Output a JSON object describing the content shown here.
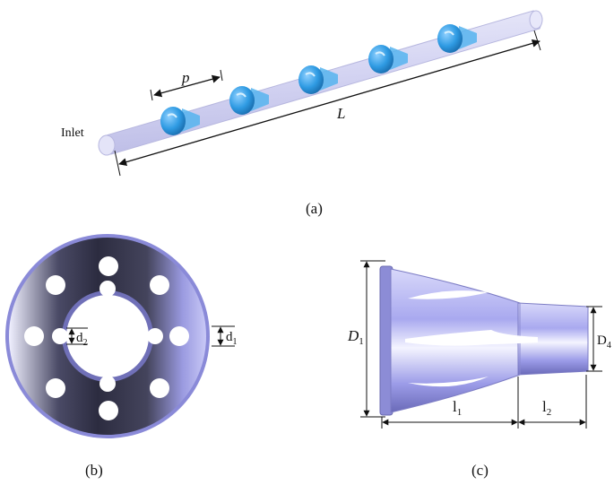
{
  "figure": {
    "a": {
      "caption": "(a)",
      "inlet_label": "Inlet",
      "pitch_label": "p",
      "length_label": "L",
      "insert_count": 5
    },
    "b": {
      "caption": "(b)",
      "d2_label": "d",
      "d2_sub": "2",
      "d1_label": "d",
      "d1_sub": "1"
    },
    "c": {
      "caption": "(c)",
      "D1_label": "D",
      "D1_sub": "1",
      "D4_label": "D",
      "D4_sub": "4",
      "l1_label": "l",
      "l1_sub": "1",
      "l2_label": "l",
      "l2_sub": "2"
    }
  },
  "colors": {
    "tube": "#d9d9f5",
    "insert": "#3aa3e6",
    "part": "#a6a6f0",
    "part_dark": "#34344c",
    "dimension_line": "#111111"
  }
}
